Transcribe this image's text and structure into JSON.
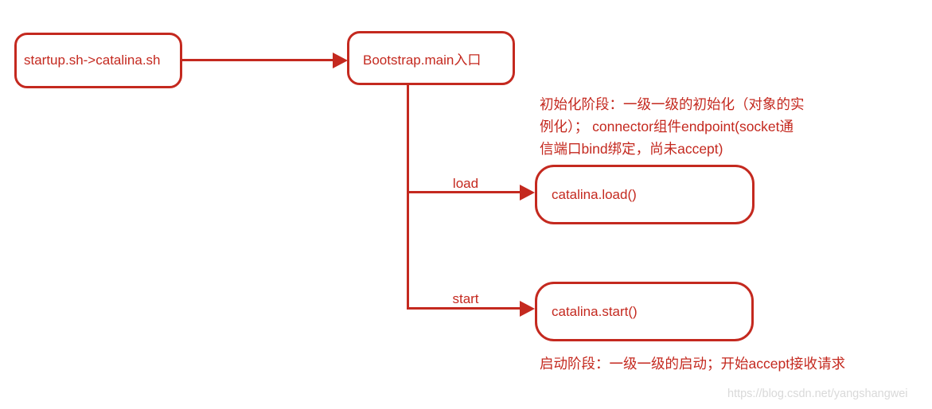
{
  "diagram": {
    "colors": {
      "accent": "#c4291f",
      "watermark": "#d9d9d9"
    },
    "nodes": [
      {
        "id": "startup",
        "label": "startup.sh->catalina.sh"
      },
      {
        "id": "bootstrap",
        "label": "Bootstrap.main入口"
      },
      {
        "id": "load",
        "label": "catalina.load()"
      },
      {
        "id": "start",
        "label": "catalina.start()"
      }
    ],
    "edge_labels": {
      "load": "load",
      "start": "start"
    },
    "annotations": {
      "init_phase": "初始化阶段：一级一级的初始化（对象的实\n例化）； connector组件endpoint(socket通\n信端口bind绑定，尚未accept)",
      "start_phase": "启动阶段：一级一级的启动；开始accept接收请求"
    },
    "watermark": "https://blog.csdn.net/yangshangwei"
  }
}
